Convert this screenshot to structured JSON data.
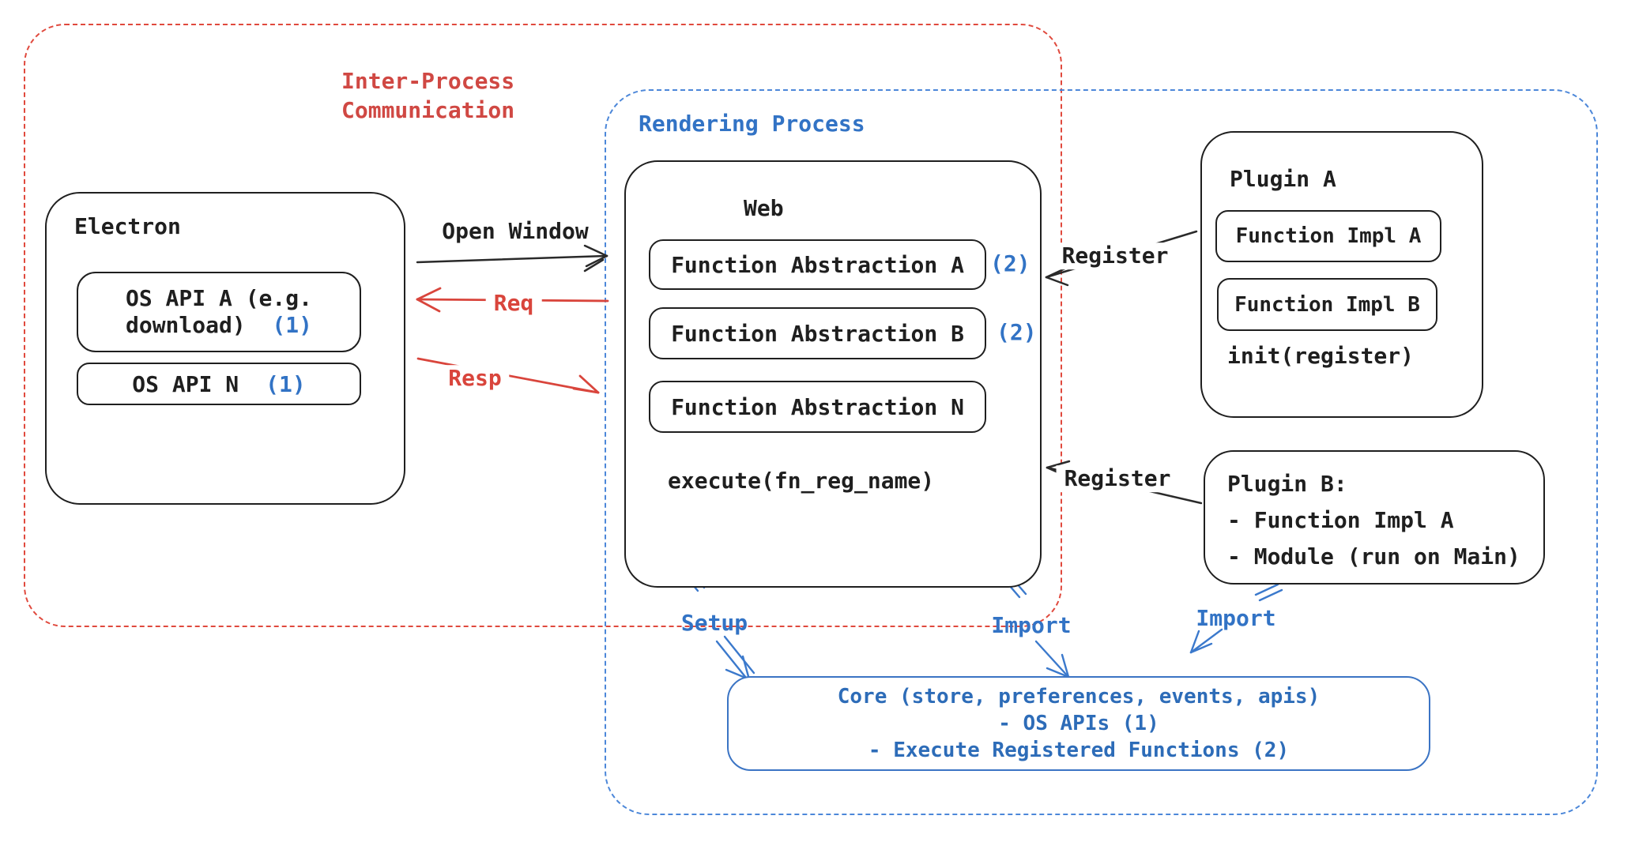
{
  "regions": {
    "ipc": {
      "label_line1": "Inter-Process",
      "label_line2": "Communication"
    },
    "rendering": {
      "label": "Rendering Process"
    }
  },
  "electron": {
    "title": "Electron",
    "api_a": {
      "line1": "OS API A (e.g.",
      "line2": "download)",
      "badge": "(1)"
    },
    "api_n": {
      "label": "OS API N",
      "badge": "(1)"
    }
  },
  "web": {
    "title": "Web",
    "abstractions": [
      {
        "label": "Function Abstraction A",
        "badge": "(2)"
      },
      {
        "label": "Function Abstraction B",
        "badge": "(2)"
      },
      {
        "label": "Function Abstraction N",
        "badge": ""
      }
    ],
    "execute_label": "execute(fn_reg_name)"
  },
  "plugin_a": {
    "title": "Plugin A",
    "impl_a": "Function Impl A",
    "impl_b": "Function Impl B",
    "init_label": "init(register)"
  },
  "plugin_b": {
    "title": "Plugin B:",
    "item1": "- Function Impl A",
    "item2": "- Module (run on Main)"
  },
  "core": {
    "line1": "Core (store, preferences, events, apis)",
    "line2": "- OS APIs (1)",
    "line3": "- Execute Registered Functions (2)"
  },
  "connectors": {
    "open_window": "Open Window",
    "req": "Req",
    "resp": "Resp",
    "register_a": "Register",
    "register_b": "Register",
    "setup": "Setup",
    "import_web": "Import",
    "import_plugin": "Import"
  },
  "colors": {
    "red_dash": "#e0493d",
    "red_text": "#d04843",
    "blue_dash": "#4c87d9",
    "blue_text": "#3273c5",
    "black": "#1f1f1f"
  }
}
